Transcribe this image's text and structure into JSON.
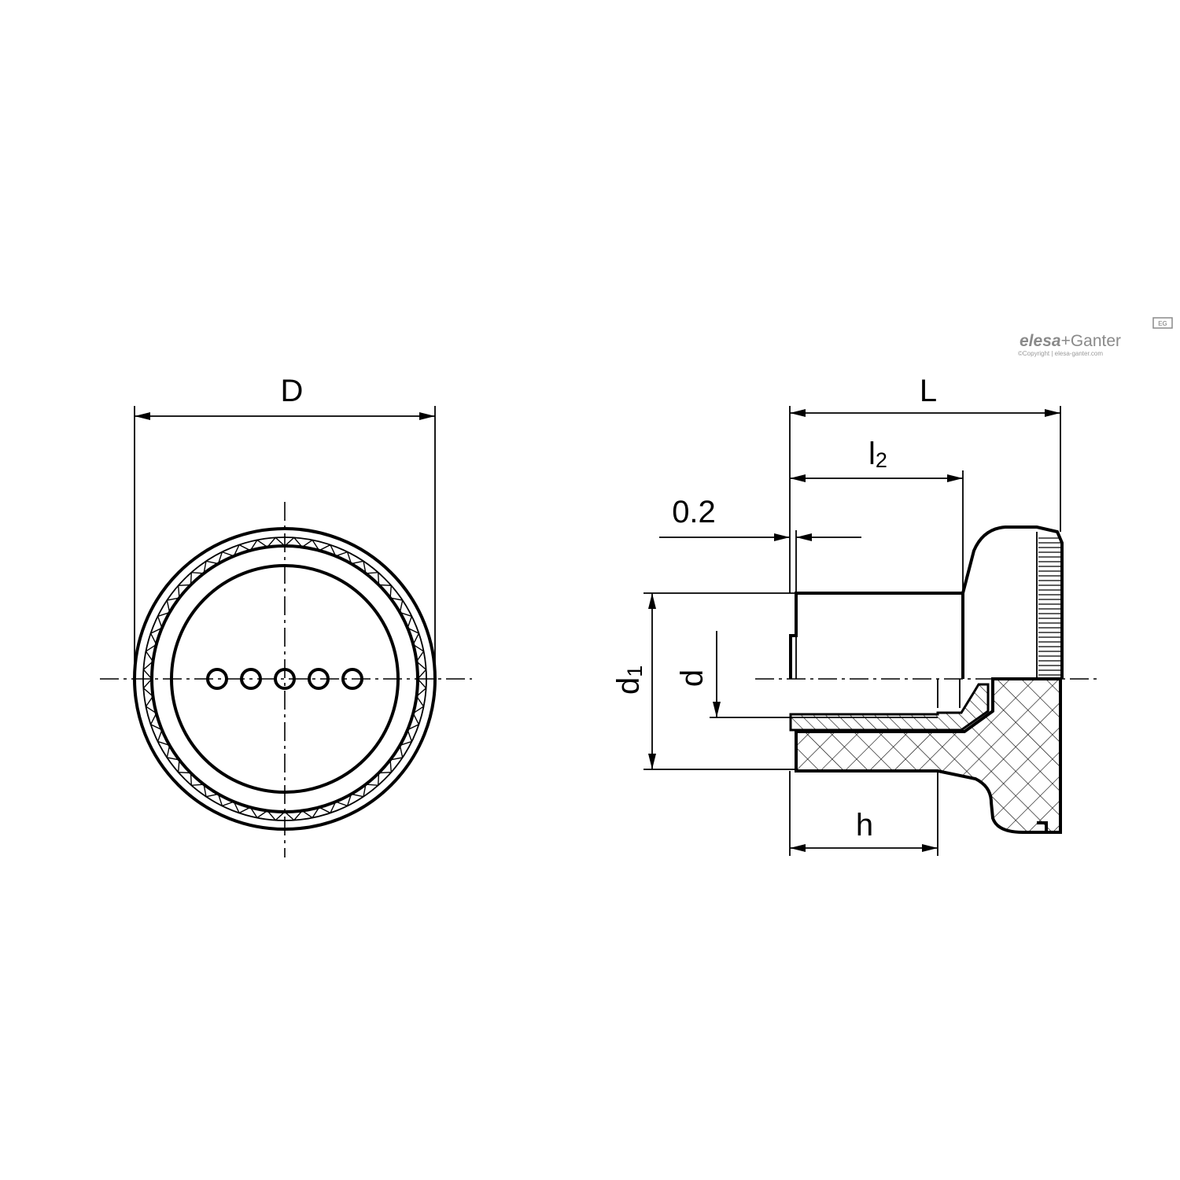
{
  "labels": {
    "D": "D",
    "L": "L",
    "l": "l",
    "l_sub": "2",
    "offset": "0.2",
    "d1": "d",
    "d1_sub": "1",
    "d": "d",
    "h": "h"
  },
  "brand": {
    "name_bold": "elesa",
    "name_rest": "+Ganter",
    "mark": "EG",
    "copyright": "©Copyright | elesa-ganter.com"
  }
}
